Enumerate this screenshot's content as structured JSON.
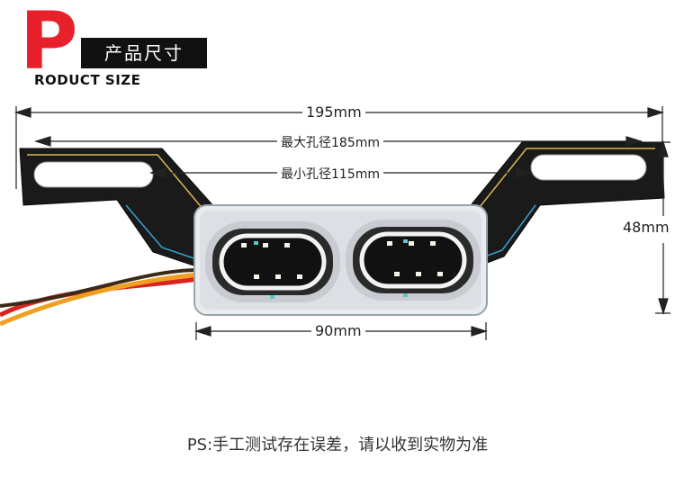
{
  "header": {
    "logo_letter": "P",
    "title": "产品尺寸",
    "subtitle": "RODUCT SIZE"
  },
  "dimensions": {
    "total_width": "195mm",
    "max_hole": "最大孔径185mm",
    "min_hole": "最小孔径115mm",
    "light_width": "90mm",
    "height": "48mm"
  },
  "footer": {
    "note": "PS:手工测试存在误差，请以收到实物为准"
  },
  "colors": {
    "logo_red": "#e8202c",
    "bracket": "#1a1a1a",
    "bracket_accent": "#d8b850",
    "wire_red": "#d8231f",
    "wire_orange": "#f0a020"
  }
}
